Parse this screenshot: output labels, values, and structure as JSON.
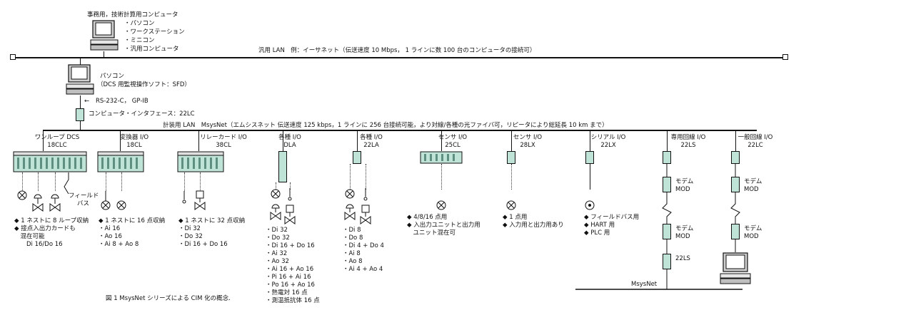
{
  "top_computer": {
    "title": "事務用，技術計算用コンピュータ",
    "items": [
      "・パソコン",
      "・ワークステーション",
      "・ミニコン",
      "・汎用コンピュータ"
    ]
  },
  "lan": {
    "label": "汎用 LAN　例：イーサネット（伝送速度 10 Mbps， 1 ラインに数 100 台のコンピュータの接続可）"
  },
  "pc": {
    "title": "パソコン",
    "subtitle": "（DCS 用監視操作ソフト：SFD）"
  },
  "rs232": {
    "label": "RS-232-C， GP-IB"
  },
  "interface": {
    "label": "コンピュータ・インタフェース：22LC"
  },
  "msysnet": {
    "label": "計装用 LAN　MsysNet（エムシスネット 伝送速度 125 kbps，1 ラインに 256 台接続可能，より対線/各種の光ファイバ可，リピータにより総延長 10 km まで）"
  },
  "units": [
    {
      "name": "ワンループ DCS",
      "model": "18CLC",
      "notes": [
        "◆ 1 ネストに 8 ループ収納",
        "◆ 接点入出力カードも",
        "　混在可能",
        "　　Di 16/Do 16"
      ]
    },
    {
      "name": "変換器 I/O",
      "model": "18CL",
      "notes": [
        "◆ 1 ネストに 16 点収納",
        "・Ai 16",
        "・Ao 16",
        "・Ai 8 + Ao 8"
      ]
    },
    {
      "name": "リレーカード I/O",
      "model": "38CL",
      "notes": [
        "◆ 1 ネストに 32 点収納",
        "・Di 32",
        "・Do 32",
        "・Di 16 + Do 16"
      ]
    },
    {
      "name": "各種 I/O",
      "model": "DLA",
      "notes": [
        "・Di 32",
        "・Do 32",
        "・Di 16 + Do 16",
        "・Ai 32",
        "・Ao 32",
        "・Ai 16 + Ao 16",
        "・Pi 16 + Ai 16",
        "・Po 16 + Ao 16",
        "・熱電対 16 点",
        "・測温抵抗体 16 点"
      ]
    },
    {
      "name": "各種 I/O",
      "model": "22LA",
      "notes": [
        "・Di 8",
        "・Do 8",
        "・Di 4 + Do 4",
        "・Ai 8",
        "・Ao 8",
        "・Ai 4 + Ao 4"
      ]
    },
    {
      "name": "センサ I/O",
      "model": "25CL",
      "notes": [
        "◆ 4/8/16 点用",
        "◆ 入出力ユニットと出力用",
        "　ユニット混在可"
      ]
    },
    {
      "name": "センサ I/O",
      "model": "28LX",
      "notes": [
        "◆ 1 点用",
        "◆ 入力用と出力用あり"
      ]
    },
    {
      "name": "シリアル I/O",
      "model": "22LX",
      "notes": [
        "◆ フィールドバス用",
        "◆ HART 用",
        "◆ PLC 用"
      ]
    },
    {
      "name": "専用回線 I/O",
      "model": "22LS",
      "notes": []
    },
    {
      "name": "一般回線 I/O",
      "model": "22LC",
      "notes": []
    }
  ],
  "fieldbus": {
    "label1": "フィールド",
    "label2": "バス"
  },
  "modem": {
    "label1": "モデム",
    "label2": "MOD"
  },
  "ls_unit": {
    "label": "22LS"
  },
  "msysnet_bottom": {
    "label": "MsysNet"
  },
  "caption": {
    "text": "図 1 MsysNet シリーズによる CIM 化の概念."
  }
}
